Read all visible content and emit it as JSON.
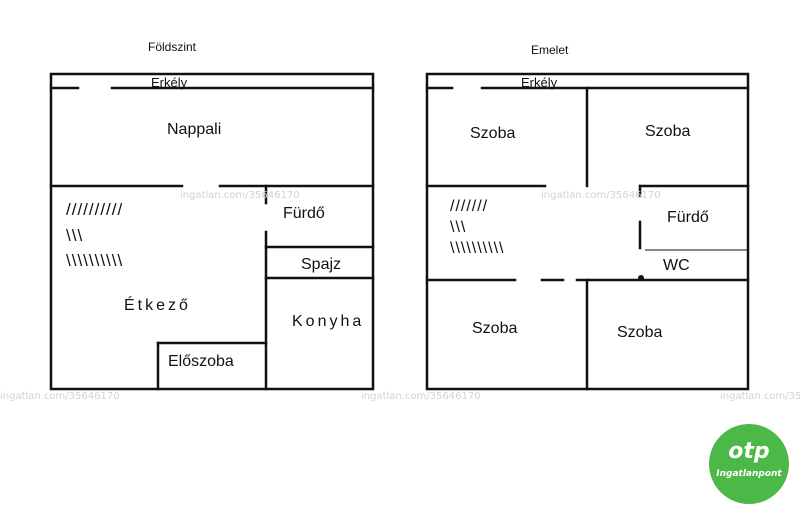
{
  "floors": {
    "ground": {
      "title": "Földszint",
      "rooms": {
        "balcony": "Erkély",
        "living_room": "Nappali",
        "bathroom": "Fürdő",
        "pantry": "Spajz",
        "dining": "Étkező",
        "kitchen": "Konyha",
        "hall": "Előszoba"
      }
    },
    "upper": {
      "title": "Emelet",
      "rooms": {
        "balcony": "Erkély",
        "room_top_left": "Szoba",
        "room_top_right": "Szoba",
        "bathroom": "Fürdő",
        "wc": "WC",
        "room_bottom_left": "Szoba",
        "room_bottom_right": "Szoba"
      }
    }
  },
  "watermark": "ingatlan.com/35646170",
  "logo": {
    "brand": "otp",
    "subtitle": "Ingatlanpont",
    "color": "#4cb848"
  },
  "stair_hatch": {
    "ground": [
      "//////////",
      "\\\\\\",
      "\\\\\\\\\\\\\\\\\\\\"
    ],
    "upper": [
      "///////",
      "\\\\\\",
      "\\\\\\\\\\\\\\\\\\\\"
    ]
  }
}
